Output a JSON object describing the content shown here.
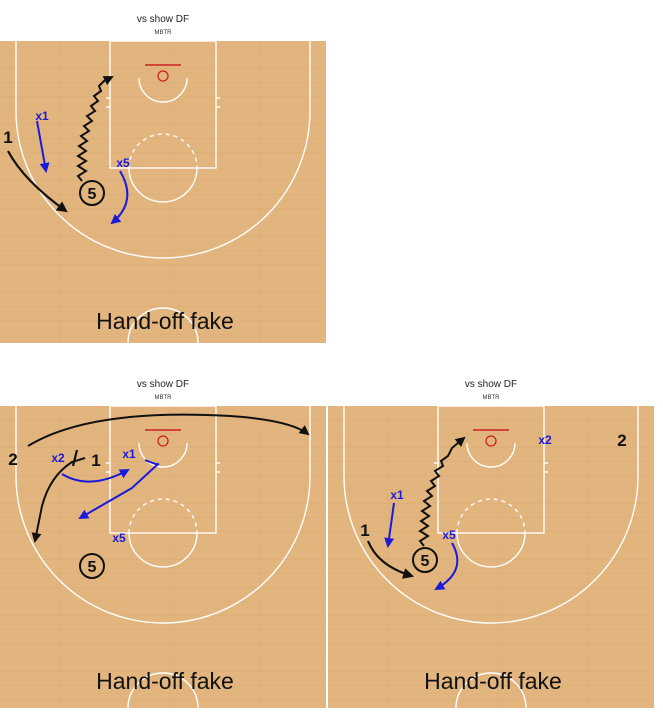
{
  "colors": {
    "court": "#e3b57e",
    "court_line": "#ffffff",
    "rim": "#cc2222",
    "offense": "#111111",
    "defense": "#1a1adb"
  },
  "panels": [
    {
      "title": "vs show DF",
      "subtitle": "MBTR",
      "caption": "Hand-off fake",
      "players": {
        "p1": "1",
        "p5": "5"
      },
      "defenders": {
        "d1": "x1",
        "d5": "x5"
      }
    },
    {
      "title": "vs show DF",
      "subtitle": "MBTR",
      "caption": "Hand-off fake",
      "players": {
        "p1": "1",
        "p2": "2",
        "p5": "5"
      },
      "defenders": {
        "d1": "x1",
        "d2": "x2",
        "d5": "x5"
      }
    },
    {
      "title": "vs show DF",
      "subtitle": "MBTR",
      "caption": "Hand-off fake",
      "players": {
        "p1": "1",
        "p2": "2",
        "p5": "5"
      },
      "defenders": {
        "d1": "x1",
        "d2": "x2",
        "d5": "x5"
      }
    }
  ]
}
